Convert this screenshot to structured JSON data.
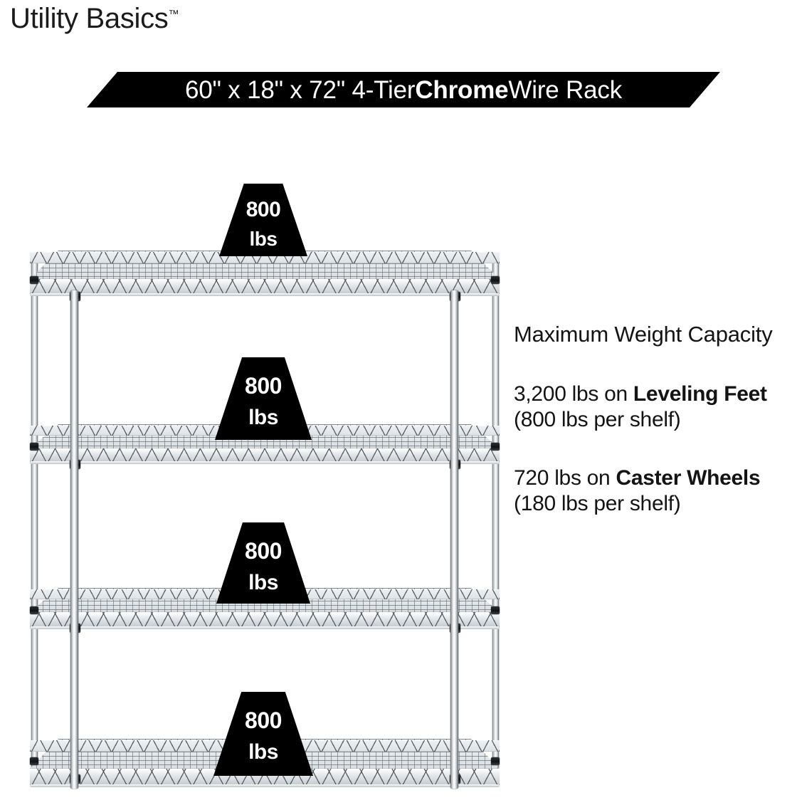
{
  "brand": {
    "name": "Utility Basics",
    "tm": "™"
  },
  "banner": {
    "prefix": "60\" x 18\" x 72\" 4-Tier ",
    "emphasis": "Chrome",
    "suffix": " Wire Rack",
    "full_text": "60\" x 18\" x 72\" 4-Tier Chrome Wire Rack",
    "background": "#000000",
    "text_color": "#ffffff"
  },
  "capacity": {
    "heading": "Maximum Weight Capacity",
    "leveling": {
      "lead": "3,200 lbs on ",
      "emphasis": "Leveling Feet",
      "tail": " (800 lbs per shelf)",
      "total_lbs": "3,200 lbs",
      "per_shelf_lbs": "800 lbs"
    },
    "caster": {
      "lead": "720 lbs on ",
      "emphasis": "Caster Wheels",
      "tail": " (180 lbs per shelf)",
      "total_lbs": "720 lbs",
      "per_shelf_lbs": "180 lbs"
    }
  },
  "product": {
    "tiers": 4,
    "finish": "Chrome",
    "dimensions": "60\" x 18\" x 72\"",
    "shelf_badges": [
      {
        "value": "800",
        "unit": "lbs"
      },
      {
        "value": "800",
        "unit": "lbs"
      },
      {
        "value": "800",
        "unit": "lbs"
      },
      {
        "value": "800",
        "unit": "lbs"
      }
    ]
  },
  "colors": {
    "background": "#ffffff",
    "ink": "#111111",
    "badge_bg": "#000000",
    "badge_text": "#ffffff",
    "chrome_light": "#ffffff",
    "chrome_mid": "#d9dee1",
    "chrome_dark": "#6b7176",
    "collar": "#121517"
  }
}
